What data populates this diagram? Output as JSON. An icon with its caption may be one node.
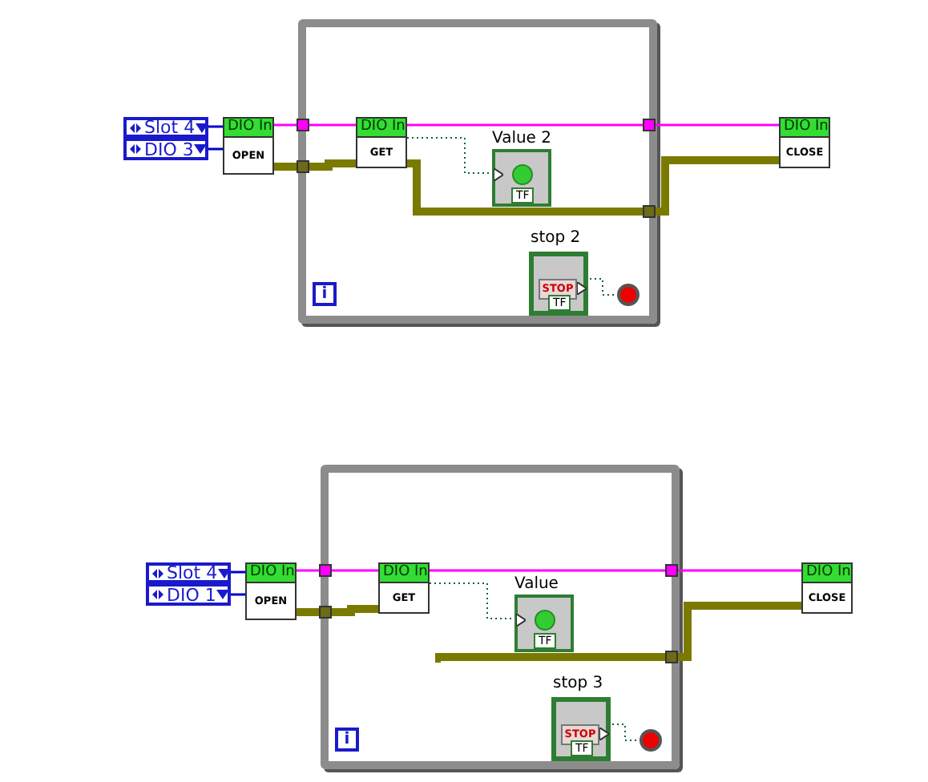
{
  "diagram": {
    "nodes": [
      {
        "text": [
          "Slot 4"
        ]
      },
      {
        "text": [
          "DIO 3"
        ]
      },
      {
        "text": [
          "DIO In",
          "OPEN"
        ]
      },
      {
        "text": [],
        "shape": "box"
      },
      {
        "text": [],
        "shape": "box",
        "in": 3
      },
      {
        "text": [],
        "shape": "box",
        "in": 3
      },
      {
        "text": [
          "DIO In",
          "GET"
        ],
        "in": 3
      },
      {
        "text": [
          "Value 2",
          "TF"
        ],
        "in": 3
      },
      {
        "text": [
          "stop 2",
          "STOP",
          "TF"
        ],
        "in": 3
      },
      {
        "text": [],
        "shape": "circle",
        "in": 3
      },
      {
        "text": [
          "i"
        ],
        "in": 3
      },
      {
        "text": [],
        "shape": "box",
        "in": 3
      },
      {
        "text": [],
        "shape": "box",
        "in": 3
      },
      {
        "text": [
          "DIO In",
          "CLOSE"
        ]
      },
      {
        "text": [
          "Slot 4"
        ]
      },
      {
        "text": [
          "DIO 1"
        ]
      },
      {
        "text": [
          "DIO In",
          "OPEN"
        ]
      },
      {
        "text": [],
        "shape": "box"
      },
      {
        "text": [],
        "shape": "box",
        "in": 17
      },
      {
        "text": [],
        "shape": "box",
        "in": 17
      },
      {
        "text": [
          "DIO In",
          "GET"
        ],
        "in": 17
      },
      {
        "text": [
          "Value",
          "TF"
        ],
        "in": 17
      },
      {
        "text": [
          "stop 3",
          "STOP",
          "TF"
        ],
        "in": 17
      },
      {
        "text": [],
        "shape": "circle",
        "in": 17
      },
      {
        "text": [
          "i"
        ],
        "in": 17
      },
      {
        "text": [],
        "shape": "box",
        "in": 17
      },
      {
        "text": [],
        "shape": "box",
        "in": 17
      },
      {
        "text": [
          "DIO In",
          "CLOSE"
        ]
      }
    ],
    "edges": [
      {
        "from": 0,
        "to": 2,
        "arrow": "none",
        "color": "#0000cc"
      },
      {
        "from": 1,
        "to": 2,
        "arrow": "none",
        "color": "#0000cc"
      },
      {
        "from": 2,
        "to": 4,
        "arrow": "none",
        "color": "#ff00ff"
      },
      {
        "from": 4,
        "to": 6,
        "arrow": "none",
        "color": "#ff00ff"
      },
      {
        "from": 6,
        "to": 11,
        "arrow": "none",
        "color": "#ff00ff"
      },
      {
        "from": 11,
        "to": 13,
        "arrow": "none",
        "color": "#ff00ff"
      },
      {
        "from": 2,
        "to": 5,
        "arrow": "none",
        "style": "thick",
        "color": "#7a7a00"
      },
      {
        "from": 5,
        "to": 6,
        "arrow": "none",
        "style": "thick",
        "color": "#7a7a00"
      },
      {
        "from": 6,
        "to": 12,
        "arrow": "none",
        "style": "thick",
        "color": "#7a7a00"
      },
      {
        "from": 12,
        "to": 13,
        "arrow": "none",
        "style": "thick",
        "color": "#7a7a00"
      },
      {
        "from": 6,
        "to": 7,
        "arrow": "none",
        "style": "dashed",
        "color": "#006633"
      },
      {
        "from": 8,
        "to": 9,
        "arrow": "none",
        "style": "dashed",
        "color": "#006633"
      },
      {
        "from": 14,
        "to": 16,
        "arrow": "none",
        "color": "#0000cc"
      },
      {
        "from": 15,
        "to": 16,
        "arrow": "none",
        "color": "#0000cc"
      },
      {
        "from": 16,
        "to": 18,
        "arrow": "none",
        "color": "#ff00ff"
      },
      {
        "from": 18,
        "to": 20,
        "arrow": "none",
        "color": "#ff00ff"
      },
      {
        "from": 20,
        "to": 25,
        "arrow": "none",
        "color": "#ff00ff"
      },
      {
        "from": 25,
        "to": 27,
        "arrow": "none",
        "color": "#ff00ff"
      },
      {
        "from": 16,
        "to": 19,
        "arrow": "none",
        "style": "thick",
        "color": "#7a7a00"
      },
      {
        "from": 19,
        "to": 20,
        "arrow": "none",
        "style": "thick",
        "color": "#7a7a00"
      },
      {
        "from": null,
        "to": 26,
        "arrow": "none",
        "style": "thick",
        "color": "#7a7a00"
      },
      {
        "from": 26,
        "to": 27,
        "arrow": "none",
        "style": "thick",
        "color": "#7a7a00"
      },
      {
        "from": 20,
        "to": 21,
        "arrow": "none",
        "style": "dashed",
        "color": "#006633"
      },
      {
        "from": 22,
        "to": 23,
        "arrow": "none",
        "style": "dashed",
        "color": "#006633"
      }
    ]
  }
}
